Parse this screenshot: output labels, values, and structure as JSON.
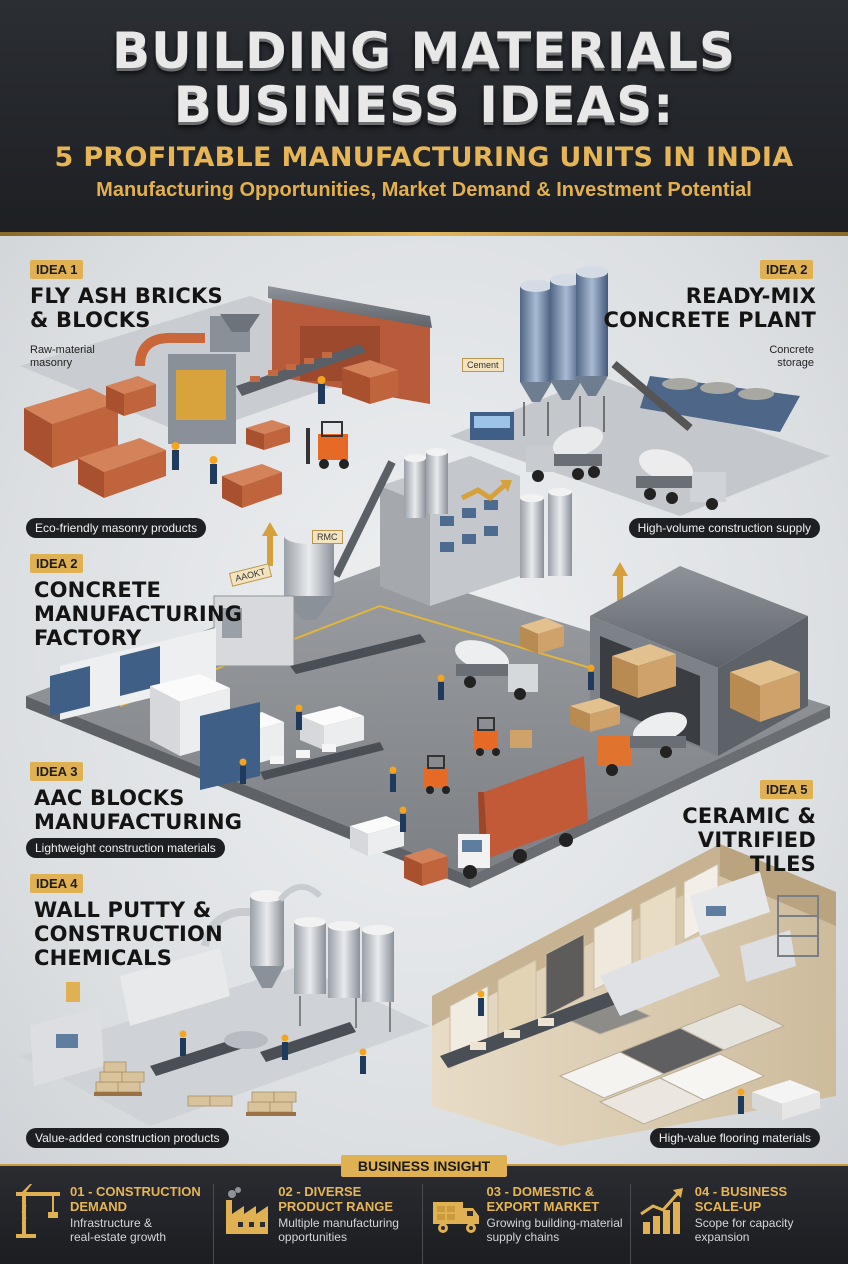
{
  "header": {
    "title_line1": "BUILDING MATERIALS",
    "title_line2": "BUSINESS IDEAS:",
    "subtitle": "5 PROFITABLE MANUFACTURING UNITS IN INDIA",
    "tagline": "Manufacturing Opportunities, Market Demand & Investment Potential"
  },
  "ideas": {
    "fly_ash": {
      "badge": "IDEA 1",
      "title_l1": "FLY ASH BRICKS",
      "title_l2": "& BLOCKS",
      "label_l1": "Raw-material",
      "label_l2": "masonry",
      "pill": "Eco-friendly masonry products"
    },
    "rmc": {
      "badge": "IDEA 2",
      "title_l1": "READY-MIX",
      "title_l2": "CONCRETE PLANT",
      "label_l1": "Concrete",
      "label_l2": "storage",
      "tag": "Cement",
      "pill": "High-volume construction supply"
    },
    "concrete": {
      "badge": "IDEA 2",
      "title_l1": "CONCRETE",
      "title_l2": "MANUFACTURING",
      "title_l3": "FACTORY",
      "tag1": "AAOKT",
      "tag2": "RMC"
    },
    "aac": {
      "badge": "IDEA 3",
      "title_l1": "AAC BLOCKS",
      "title_l2": "MANUFACTURING",
      "pill": "Lightweight construction materials"
    },
    "putty": {
      "badge": "IDEA 4",
      "title_l1": "WALL PUTTY &",
      "title_l2": "CONSTRUCTION",
      "title_l3": "CHEMICALS",
      "pill": "Value-added construction products"
    },
    "tiles": {
      "badge": "IDEA 5",
      "title_l1": "CERAMIC &",
      "title_l2": "VITRIFIED",
      "title_l3": "TILES",
      "pill": "High-value flooring materials"
    }
  },
  "insight": {
    "label": "BUSINESS INSIGHT",
    "items": [
      {
        "title_l1": "01 - CONSTRUCTION",
        "title_l2": "DEMAND",
        "desc_l1": "Infrastructure &",
        "desc_l2": "real-estate growth",
        "icon": "crane-icon"
      },
      {
        "title_l1": "02 - DIVERSE",
        "title_l2": "PRODUCT RANGE",
        "desc_l1": "Multiple manufacturing",
        "desc_l2": "opportunities",
        "icon": "factory-icon"
      },
      {
        "title_l1": "03 - DOMESTIC &",
        "title_l2": "EXPORT MARKET",
        "desc_l1": "Growing building-material",
        "desc_l2": "supply chains",
        "icon": "truck-icon"
      },
      {
        "title_l1": "04 - BUSINESS",
        "title_l2": "SCALE-UP",
        "desc_l1": "Scope for capacity",
        "desc_l2": "expansion",
        "icon": "growth-chart-icon"
      }
    ]
  },
  "colors": {
    "accent": "#e0b152",
    "dark": "#1d1f23",
    "brick": "#b85a36"
  }
}
